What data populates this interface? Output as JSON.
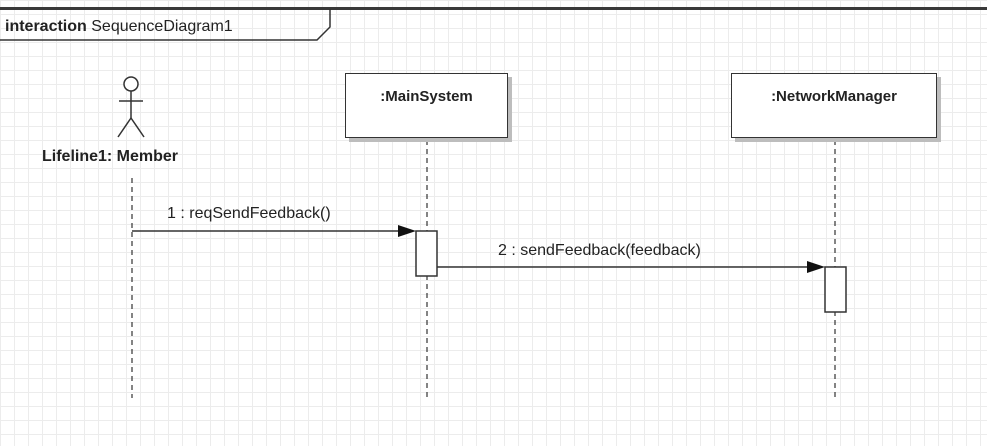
{
  "frame": {
    "keyword": "interaction",
    "name": "SequenceDiagram1"
  },
  "lifelines": [
    {
      "id": "member",
      "kind": "actor",
      "label": "Lifeline1: Member"
    },
    {
      "id": "main",
      "kind": "object",
      "label": ":MainSystem"
    },
    {
      "id": "net",
      "kind": "object",
      "label": ":NetworkManager"
    }
  ],
  "messages": [
    {
      "from": "member",
      "to": "main",
      "label": "1 : reqSendFeedback()"
    },
    {
      "from": "main",
      "to": "net",
      "label": "2 : sendFeedback(feedback)"
    }
  ],
  "colors": {
    "line": "#333333",
    "grid": "#ececec",
    "shadow": "#bdbdbd"
  }
}
